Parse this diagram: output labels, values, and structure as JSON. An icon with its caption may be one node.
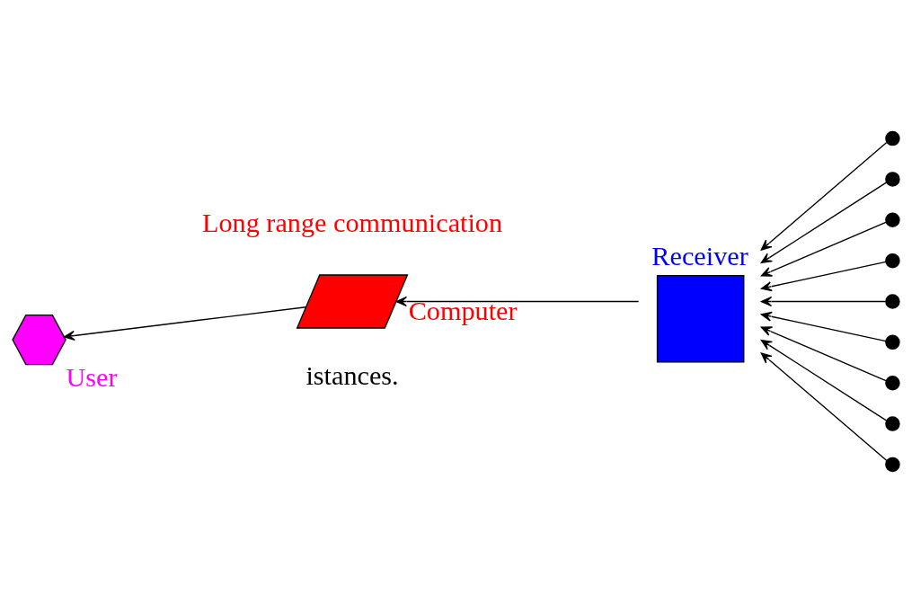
{
  "diagram": {
    "nodes": [
      {
        "text": [
          "User"
        ]
      },
      {
        "text": [
          "Computer"
        ]
      },
      {
        "text": [
          "Receiver"
        ]
      },
      {
        "text": [],
        "shape": "circle"
      },
      {
        "text": [],
        "shape": "circle"
      },
      {
        "text": [],
        "shape": "circle"
      },
      {
        "text": [],
        "shape": "circle"
      },
      {
        "text": [],
        "shape": "circle"
      },
      {
        "text": [],
        "shape": "circle"
      },
      {
        "text": [],
        "shape": "circle"
      },
      {
        "text": [],
        "shape": "circle"
      },
      {
        "text": [],
        "shape": "circle"
      }
    ],
    "edges": [
      {
        "from": 2,
        "to": 1,
        "arrow": "to"
      },
      {
        "from": 1,
        "to": 0,
        "arrow": "to"
      },
      {
        "from": 3,
        "to": 2,
        "arrow": "to"
      },
      {
        "from": 4,
        "to": 2,
        "arrow": "to"
      },
      {
        "from": 5,
        "to": 2,
        "arrow": "to"
      },
      {
        "from": 6,
        "to": 2,
        "arrow": "to"
      },
      {
        "from": 7,
        "to": 2,
        "arrow": "to"
      },
      {
        "from": 8,
        "to": 2,
        "arrow": "to"
      },
      {
        "from": 9,
        "to": 2,
        "arrow": "to"
      },
      {
        "from": 10,
        "to": 2,
        "arrow": "to"
      },
      {
        "from": 11,
        "to": 2,
        "arrow": "to"
      }
    ],
    "labels": [
      "istances.",
      "Long range communication"
    ]
  }
}
